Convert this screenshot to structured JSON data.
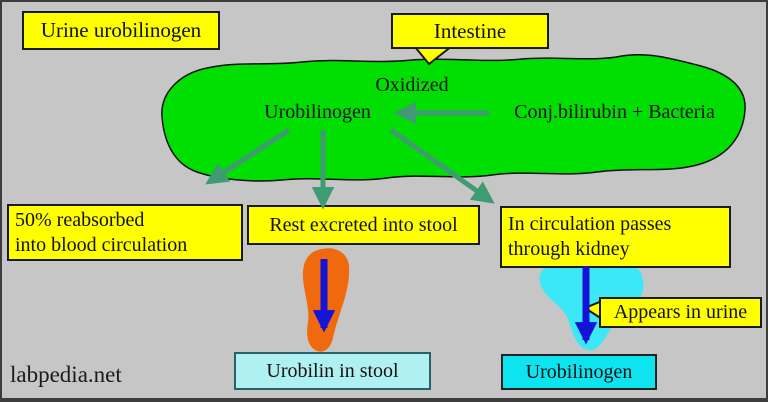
{
  "colors": {
    "background": "#c6c6c6",
    "frame": "#3c3c3c",
    "label_yellow": "#ffff00",
    "intestine_green": "#00df01",
    "arrow_teal": "#3f9b72",
    "arrow_blue": "#1414d6",
    "stool_orange": "#f1690d",
    "urine_cyan": "#3ce8f8",
    "result_stool_fill": "#aff0f2",
    "result_urine_fill": "#0de4ef"
  },
  "header": {
    "title": "Urine urobilinogen"
  },
  "intestine": {
    "bubble_label": "Intestine",
    "oxidized_label": "Oxidized",
    "urobilinogen_label": "Urobilinogen",
    "source_label": "Conj.bilirubin + Bacteria"
  },
  "branches": {
    "reabsorbed": {
      "line1": "50% reabsorbed",
      "line2": "into blood circulation"
    },
    "stool": {
      "box_label": "Rest excreted into stool",
      "result_label": "Urobilin in stool"
    },
    "kidney": {
      "line1": "In circulation passes",
      "line2": "through kidney",
      "bubble_label": "Appears in urine",
      "result_label": "Urobilinogen"
    }
  },
  "footer": {
    "watermark": "labpedia.net"
  }
}
